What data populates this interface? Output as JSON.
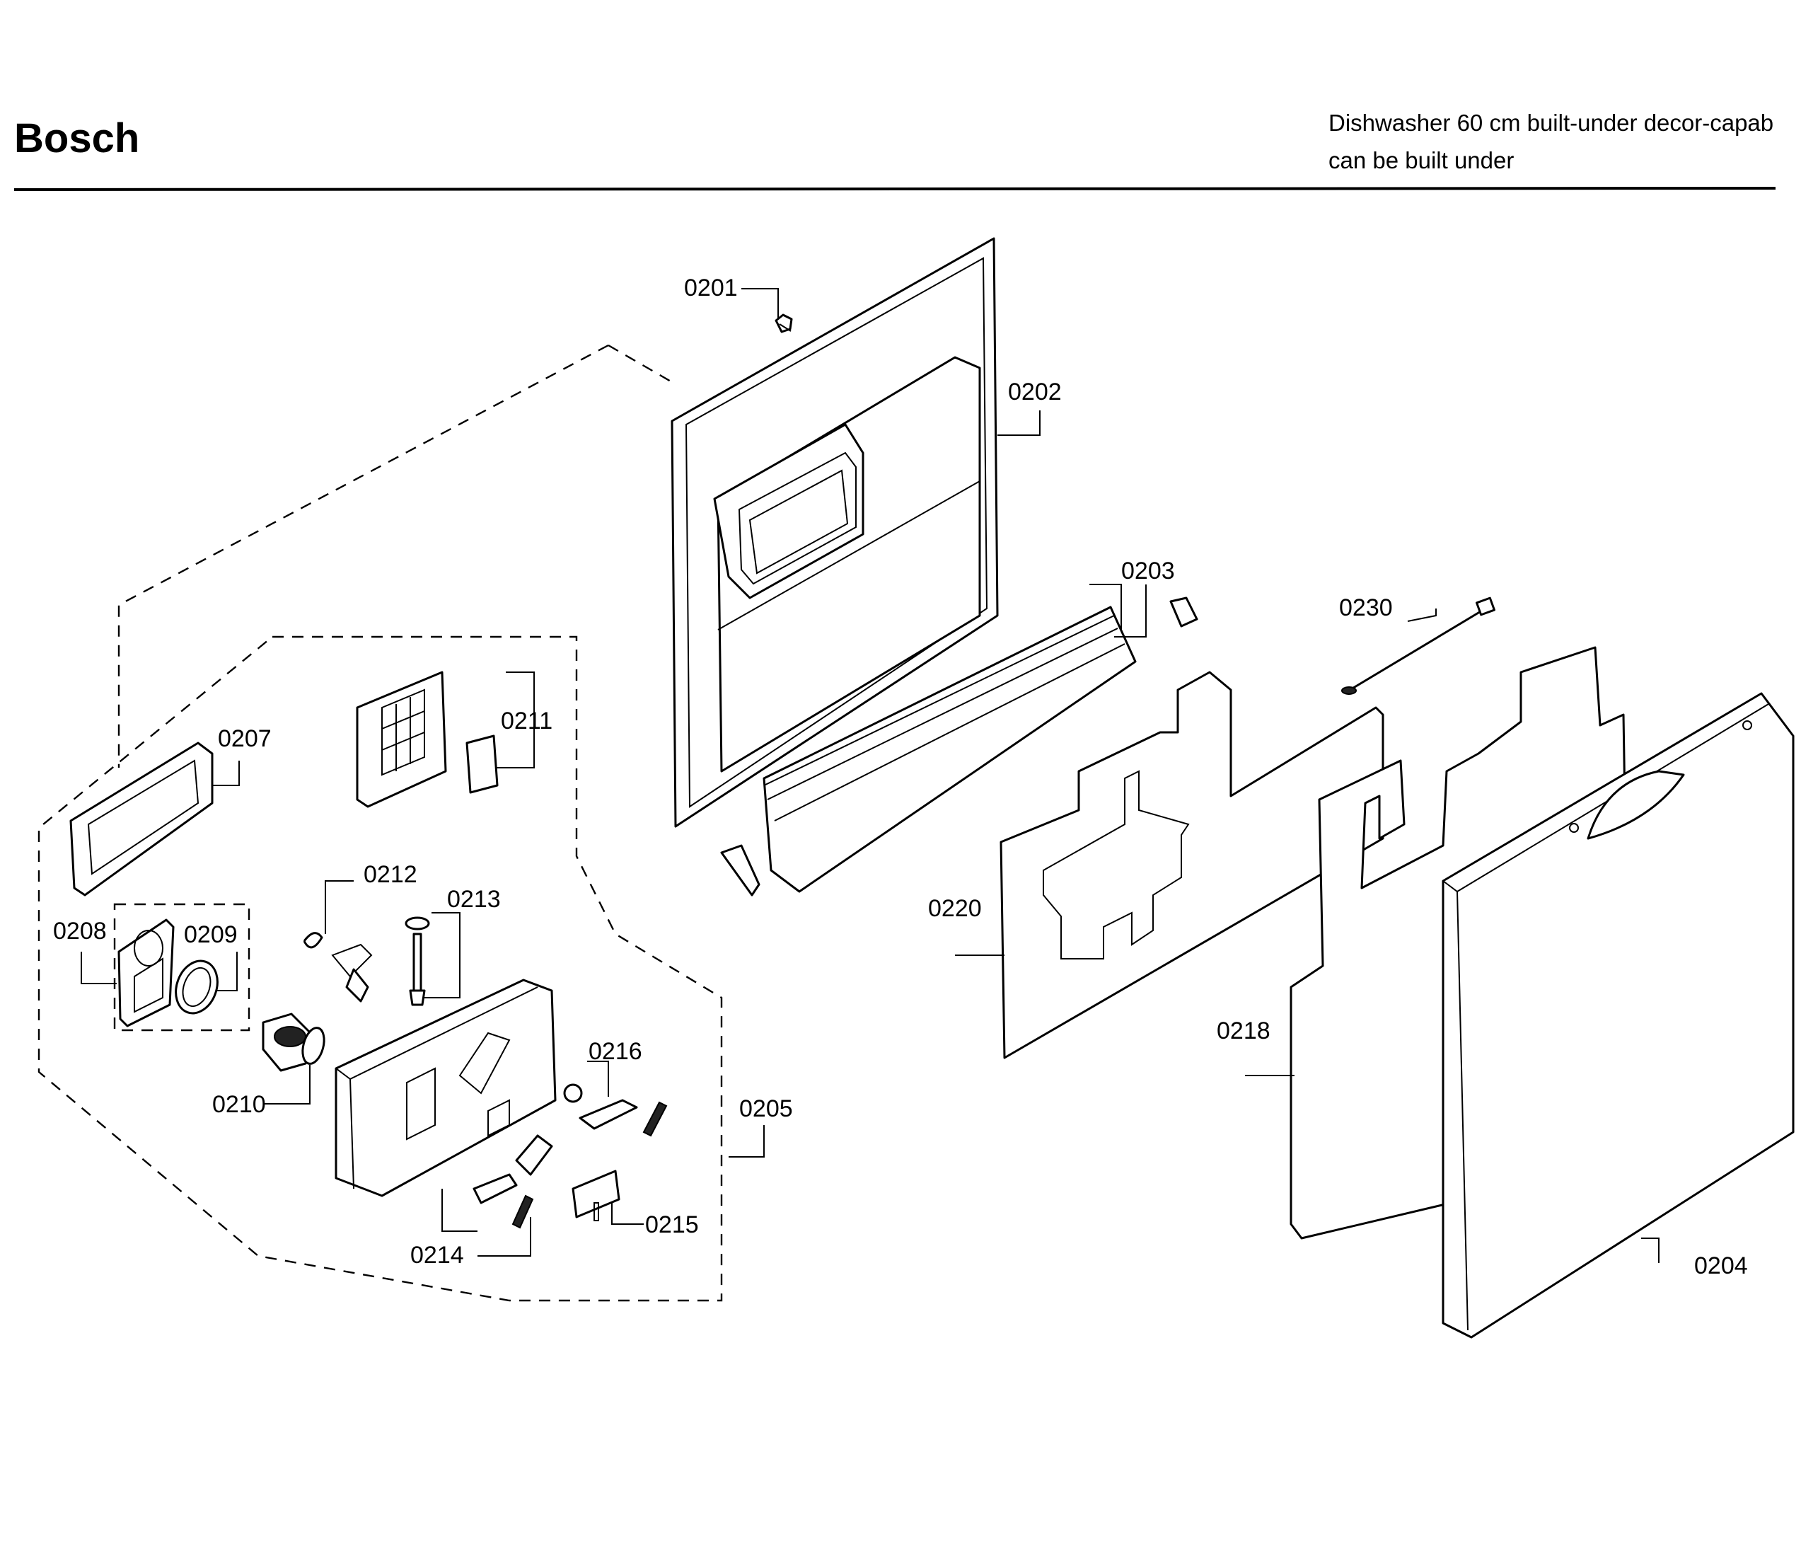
{
  "header": {
    "brand": "Bosch",
    "title_line1": "Dishwasher 60 cm built-under decor-capab",
    "title_line2": "can be built under"
  },
  "callouts": {
    "p0201": "0201",
    "p0202": "0202",
    "p0203": "0203",
    "p0204": "0204",
    "p0205": "0205",
    "p0207": "0207",
    "p0208": "0208",
    "p0209": "0209",
    "p0210": "0210",
    "p0211": "0211",
    "p0212": "0212",
    "p0213": "0213",
    "p0214": "0214",
    "p0215": "0215",
    "p0216": "0216",
    "p0218": "0218",
    "p0220": "0220",
    "p0230": "0230"
  }
}
